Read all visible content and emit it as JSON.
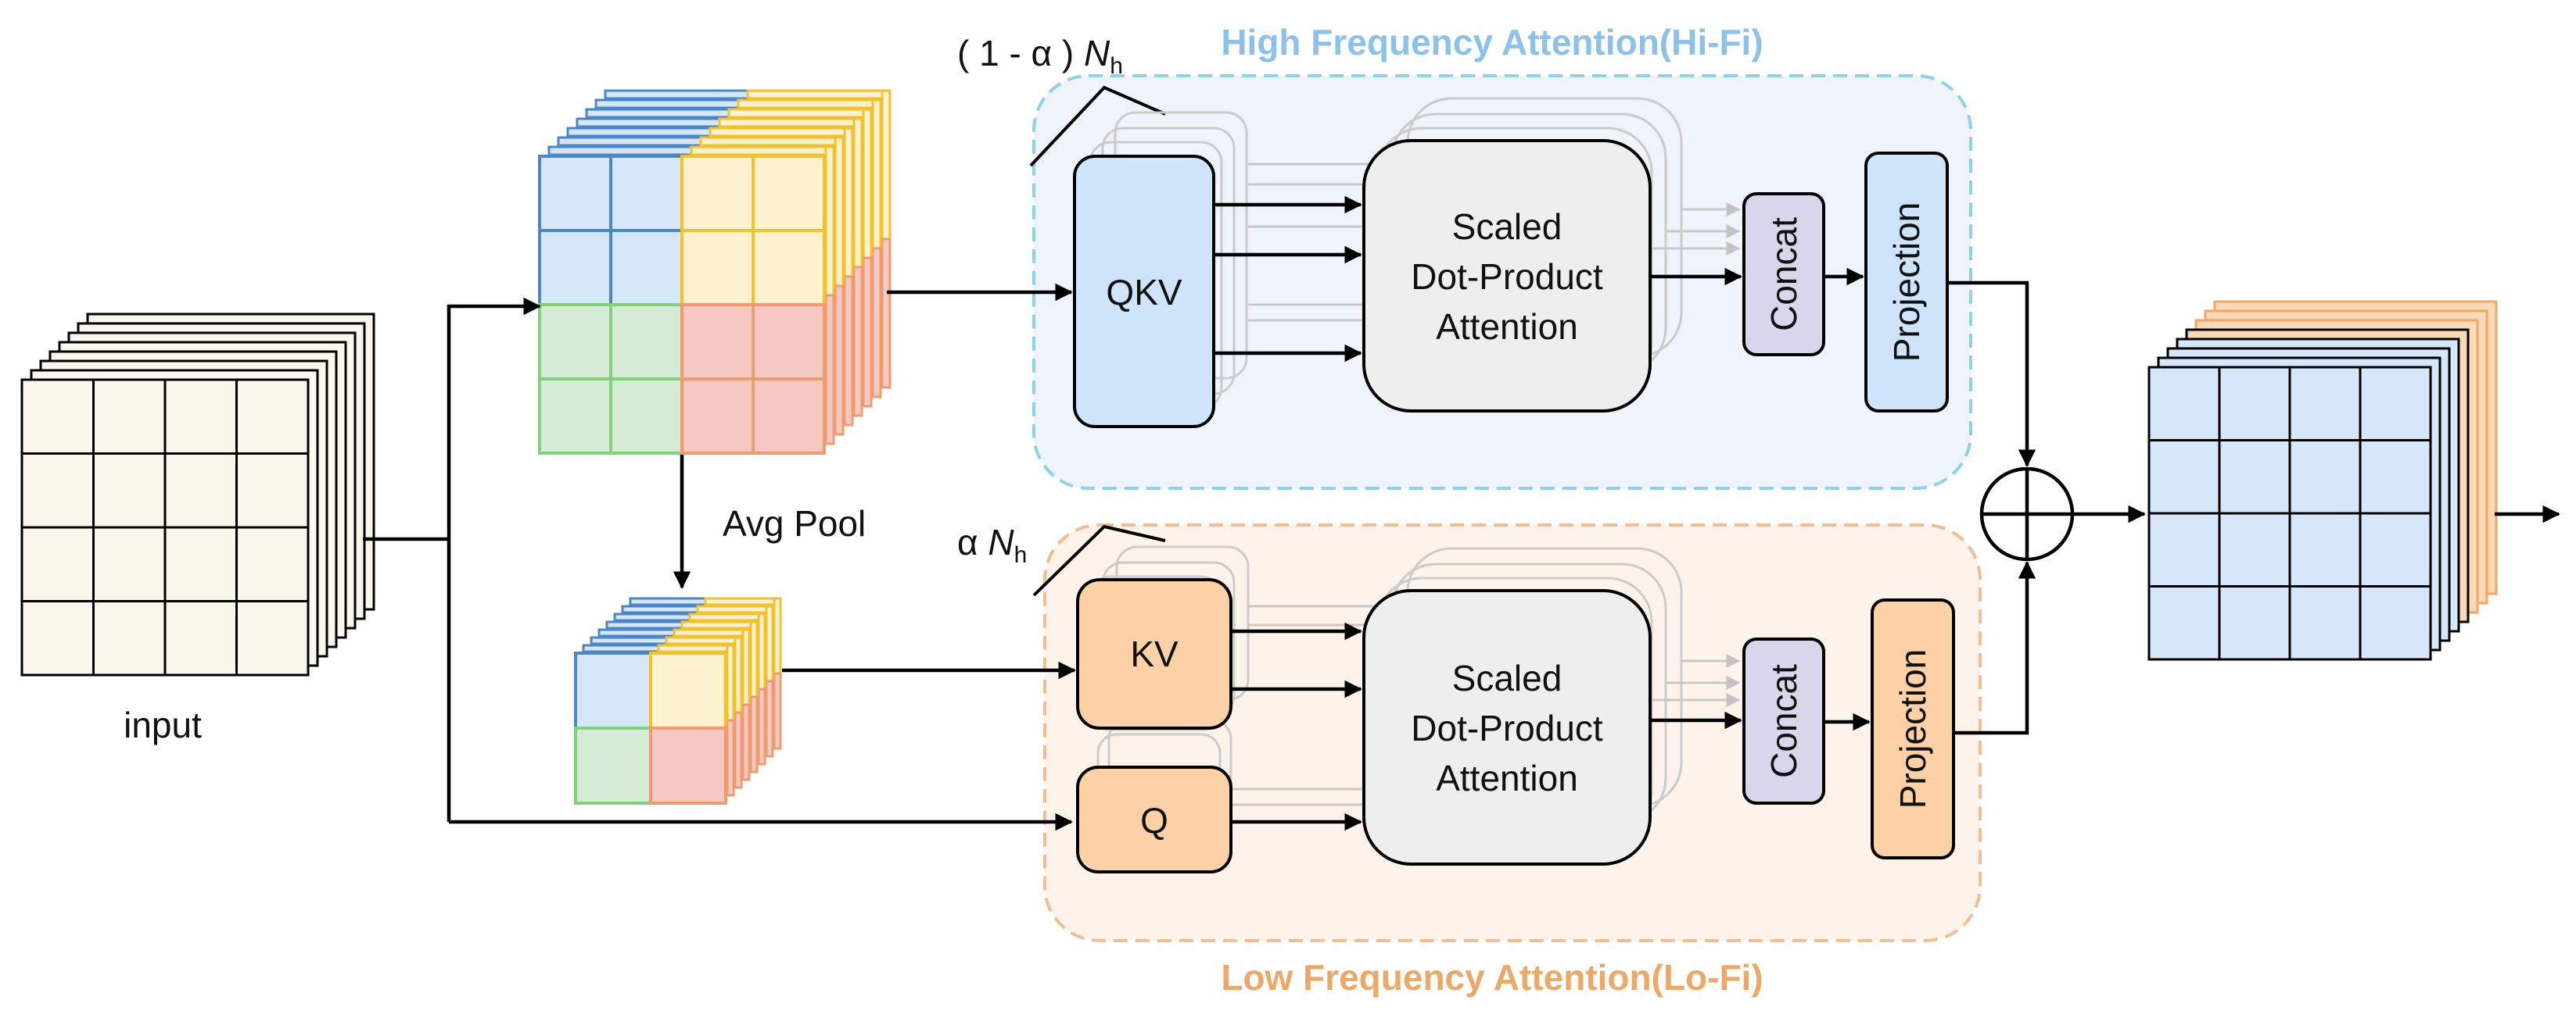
{
  "labels": {
    "input": "input",
    "avg_pool": "Avg Pool",
    "hi_heads_prefix": "( 1 - α ) ",
    "lo_heads_prefix": "α ",
    "heads_symbol": "N",
    "heads_subscript": "h"
  },
  "panels": {
    "hifi": {
      "title": "High Frequency Attention(Hi-Fi)",
      "title_color": "#8cc2ea",
      "border_color": "#8fd0ea",
      "fill_color": "#eef3fc"
    },
    "lofi": {
      "title": "Low Frequency Attention(Lo-Fi)",
      "title_color": "#eba868",
      "border_color": "#f0bd94",
      "fill_color": "#fdf3ea"
    }
  },
  "blocks": {
    "qkv": "QKV",
    "kv": "KV",
    "q": "Q",
    "attention_hi": [
      "Scaled",
      "Dot-Product",
      "Attention"
    ],
    "attention_lo": [
      "Scaled",
      "Dot-Product",
      "Attention"
    ],
    "concat_hi": "Concat",
    "concat_lo": "Concat",
    "projection_hi": "Projection",
    "projection_lo": "Projection"
  },
  "colors": {
    "blue_fill": "#d7e7fa",
    "blue_edge": "#4a86c8",
    "yellow_fill": "#fdf1cf",
    "yellow_edge": "#f2c12e",
    "green_fill": "#d6ebd5",
    "green_edge": "#7fd27a",
    "red_fill": "#f6c9c3",
    "red_edge": "#f09a70",
    "cream_fill": "#faf7ed",
    "qkv_fill": "#cde4fa",
    "kv_fill": "#fcd1a5",
    "concat_fill": "#d9d5ea",
    "attn_fill": "#eeeeee",
    "orange_edge": "#f0a766"
  }
}
